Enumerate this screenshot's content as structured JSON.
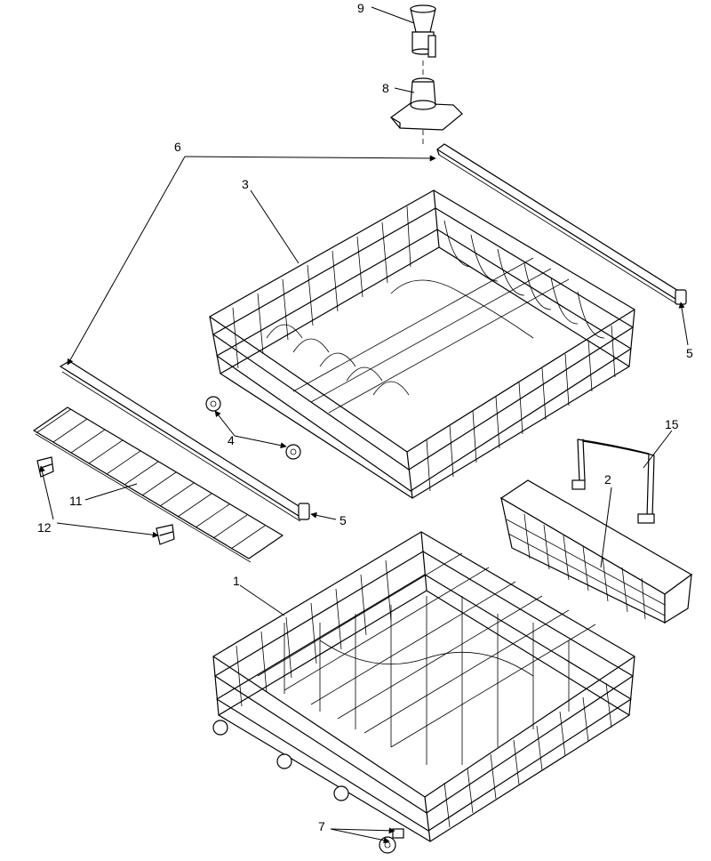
{
  "callouts": {
    "c1": "1",
    "c2": "2",
    "c3": "3",
    "c4": "4",
    "c5a": "5",
    "c5b": "5",
    "c6": "6",
    "c7": "7",
    "c8": "8",
    "c9": "9",
    "c11": "11",
    "c12": "12",
    "c15": "15"
  },
  "colors": {
    "ink": "#000000",
    "paper": "#ffffff"
  }
}
